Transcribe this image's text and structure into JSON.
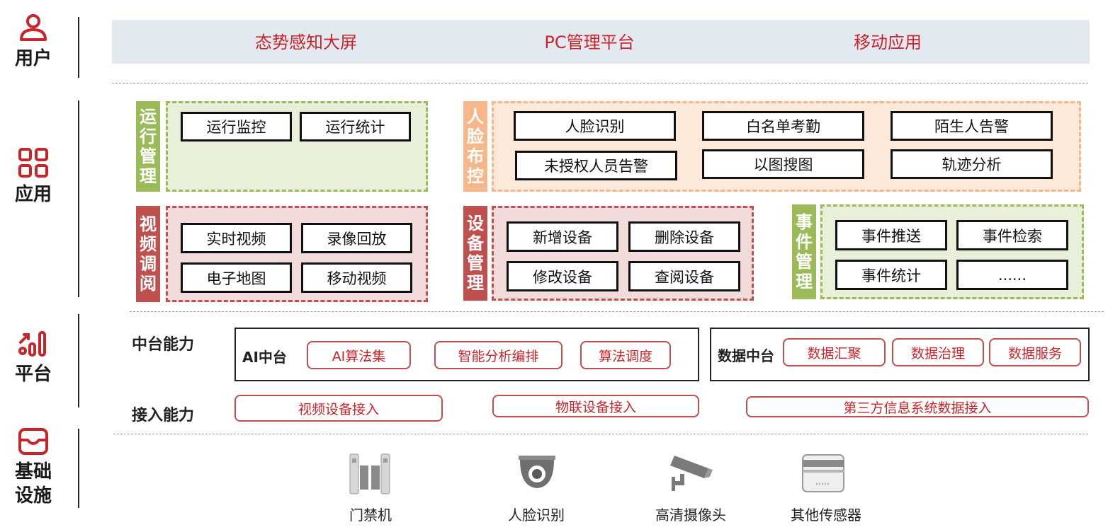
{
  "layers": {
    "user": "用户",
    "app": "应用",
    "platform": "平台",
    "infra": [
      "基础",
      "设施"
    ]
  },
  "user_bar": [
    "态势感知大屏",
    "PC管理平台",
    "移动应用"
  ],
  "groups": {
    "ops": {
      "tag": [
        "运",
        "行",
        "管",
        "理"
      ],
      "items": [
        "运行监控",
        "运行统计"
      ]
    },
    "face": {
      "tag": [
        "人",
        "脸",
        "布",
        "控"
      ],
      "items": [
        "人脸识别",
        "白名单考勤",
        "陌生人告警",
        "未授权人员告警",
        "以图搜图",
        "轨迹分析"
      ]
    },
    "video": {
      "tag": [
        "视",
        "频",
        "调",
        "阅"
      ],
      "items": [
        "实时视频",
        "录像回放",
        "电子地图",
        "移动视频"
      ]
    },
    "device": {
      "tag": [
        "设",
        "备",
        "管",
        "理"
      ],
      "items": [
        "新增设备",
        "删除设备",
        "修改设备",
        "查阅设备"
      ]
    },
    "event": {
      "tag": [
        "事",
        "件",
        "管",
        "理"
      ],
      "items": [
        "事件推送",
        "事件检索",
        "事件统计",
        "......"
      ]
    }
  },
  "platform": {
    "middle_title": "中台能力",
    "access_title": "接入能力",
    "ai_label": "AI中台",
    "ai_items": [
      "AI算法集",
      "智能分析编排",
      "算法调度"
    ],
    "data_label": "数据中台",
    "data_items": [
      "数据汇聚",
      "数据治理",
      "数据服务"
    ],
    "access_items": [
      "视频设备接入",
      "物联设备接入",
      "第三方信息系统数据接入"
    ]
  },
  "devices": [
    "门禁机",
    "人脸识别",
    "高清摄像头",
    "其他传感器"
  ],
  "colors": {
    "accent_red": "#c8252b",
    "green": "#9bbb59",
    "red": "#c0504d",
    "orange": "#f6b88a",
    "bar": "#e3e9f1"
  }
}
